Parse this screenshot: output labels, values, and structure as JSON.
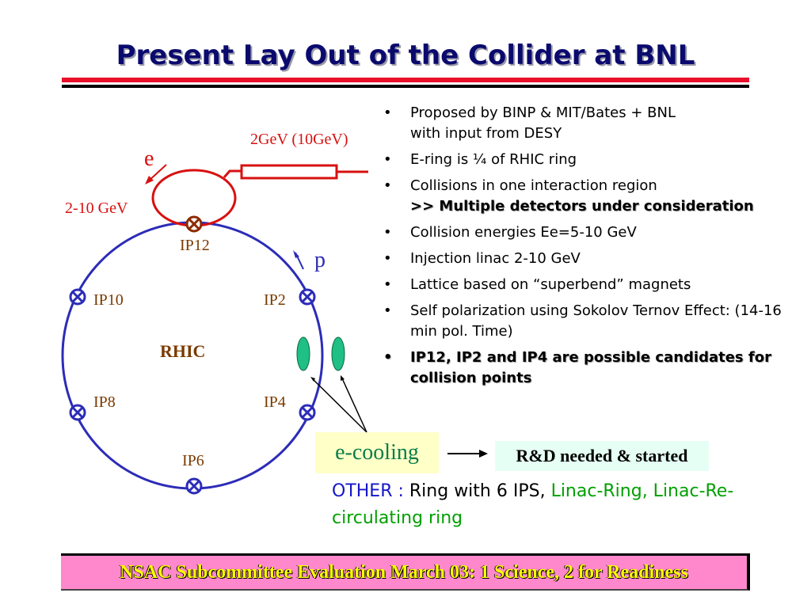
{
  "slide": {
    "title": "Present Lay Out of the Collider at BNL",
    "footer": "NSAC Subcommittee Evaluation March 03: 1 Science, 2 for Readiness"
  },
  "diagram": {
    "ring_label": "RHIC",
    "ip_labels": {
      "ip12": "IP12",
      "ip10": "IP10",
      "ip2": "IP2",
      "ip8": "IP8",
      "ip4": "IP4",
      "ip6": "IP6"
    },
    "e_label": "e",
    "p_label": "p",
    "linac_energy": "2GeV (10GeV)",
    "ering_energy": "2-10 GeV",
    "colors": {
      "ring": "#2c2cb8",
      "ering": "#d81010",
      "ip_marker": "#2c2cb8",
      "ip12_marker": "#8b2a00",
      "cooling": "#1fbf86",
      "label_brown": "#7a3a00"
    }
  },
  "bullets": [
    {
      "text": "Proposed by BINP & MIT/Bates + BNL",
      "type": "bullet"
    },
    {
      "text": "with input from DESY",
      "type": "cont"
    },
    {
      "text": "E-ring is ¼ of RHIC ring",
      "type": "bullet"
    },
    {
      "text": "Collisions in one interaction region",
      "type": "bullet"
    },
    {
      "text": ">> Multiple detectors under consideration",
      "type": "cont-bold"
    },
    {
      "text": "Collision energies Ee=5-10 GeV",
      "type": "bullet"
    },
    {
      "text": "Injection linac 2-10 GeV",
      "type": "bullet"
    },
    {
      "text": "Lattice based on “superbend” magnets",
      "type": "bullet"
    },
    {
      "text": "Self polarization using Sokolov Ternov Effect: (14-16 min pol. Time)",
      "type": "bullet"
    },
    {
      "text": "IP12, IP2 and IP4 are possible candidates for collision points",
      "type": "bold"
    }
  ],
  "ecooling": {
    "label": "e-cooling",
    "next": "R&D needed & started"
  },
  "other": {
    "prefix": "OTHER : ",
    "text1": "Ring with 6 IPS, ",
    "text2": "Linac-Ring, Linac-Re-circulating ring"
  }
}
